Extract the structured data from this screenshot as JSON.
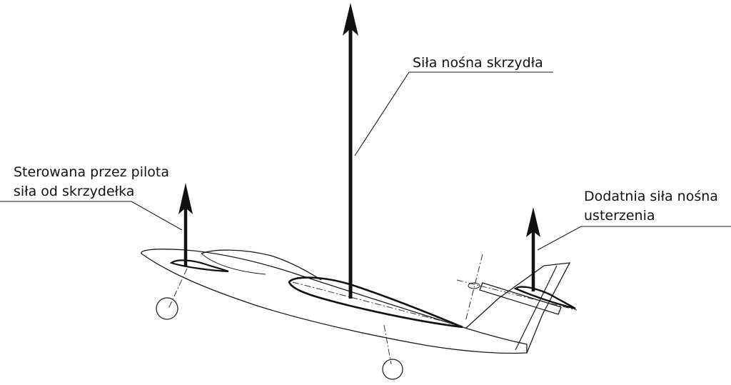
{
  "labels": {
    "wing_lift": "Siła nośna skrzydła",
    "aileron_force_line1": "Sterowana przez pilota",
    "aileron_force_line2": "siła od skrzydełka",
    "tail_lift_line1": "Dodatnia siła nośna",
    "tail_lift_line2": "usterzenia"
  },
  "colors": {
    "ink": "#111111",
    "background": "#ffffff"
  }
}
